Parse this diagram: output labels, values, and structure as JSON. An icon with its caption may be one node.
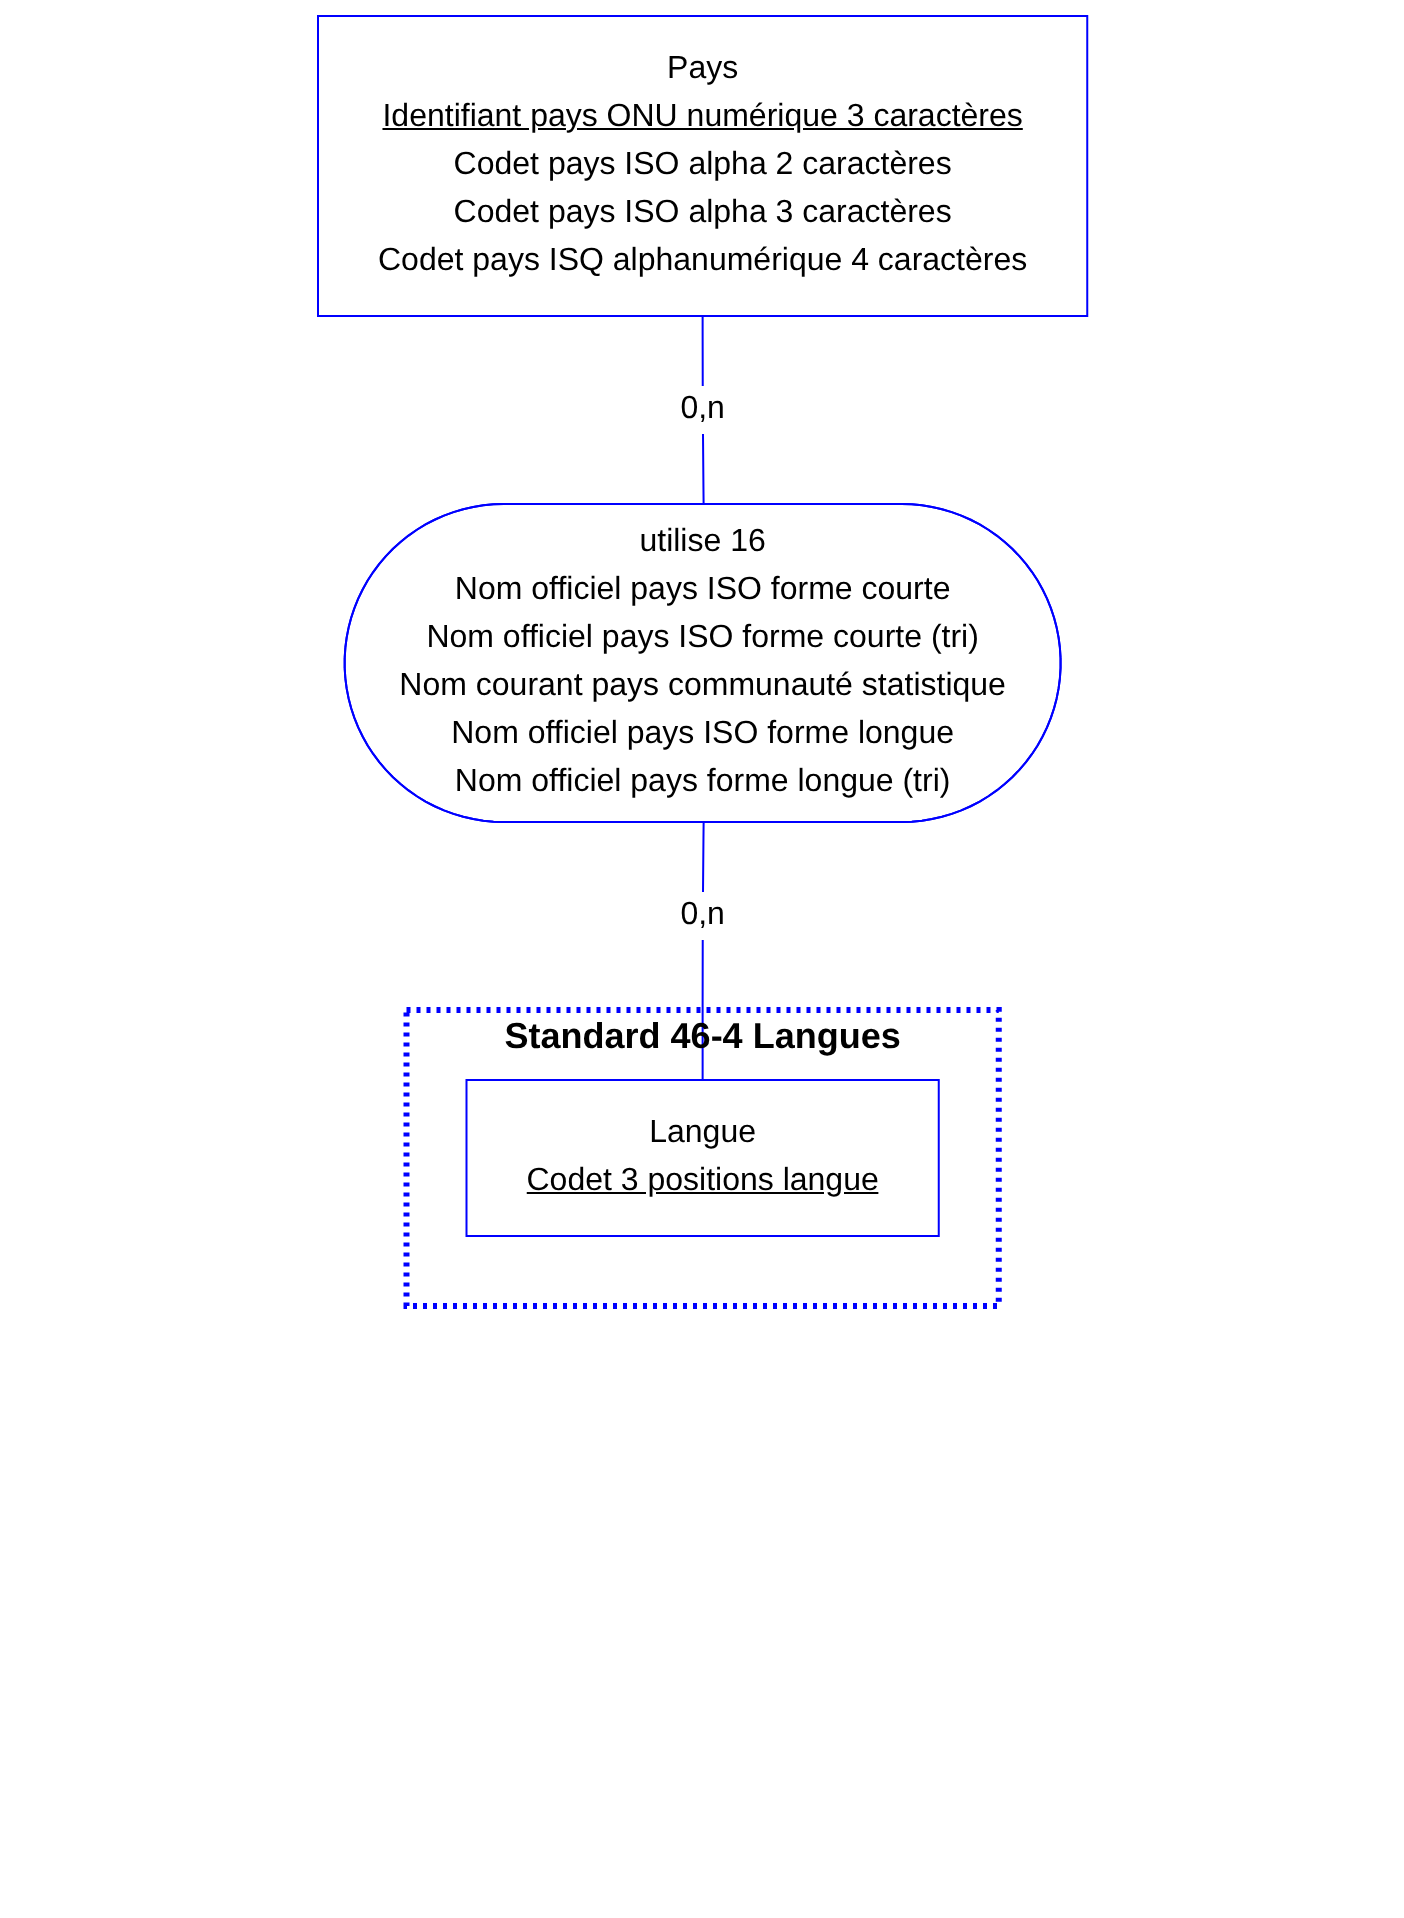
{
  "diagram": {
    "nodes": [
      {
        "text": [
          "Pays",
          "Identifiant pays ONU numérique 3 caractères",
          "Codet pays ISO alpha 2 caractères",
          "Codet pays ISO alpha 3 caractères",
          "Codet pays ISQ alphanumérique 4 caractères"
        ]
      },
      {
        "text": [
          "utilise 16",
          "Nom officiel pays ISO forme courte",
          "Nom officiel pays ISO forme courte (tri)",
          "Nom courant pays communauté statistique",
          "Nom officiel pays ISO forme longue",
          "Nom officiel pays forme longue (tri)"
        ]
      },
      {
        "text": [
          "Standard 46-4 Langues"
        ]
      },
      {
        "text": [
          "Langue",
          "Codet 3 positions langue"
        ],
        "in": 2
      }
    ],
    "edges": [
      {
        "from": 0,
        "to": 1,
        "arrow": "none",
        "label": "0,n"
      },
      {
        "from": 1,
        "to": 3,
        "arrow": "none",
        "label": "0,n"
      }
    ]
  }
}
